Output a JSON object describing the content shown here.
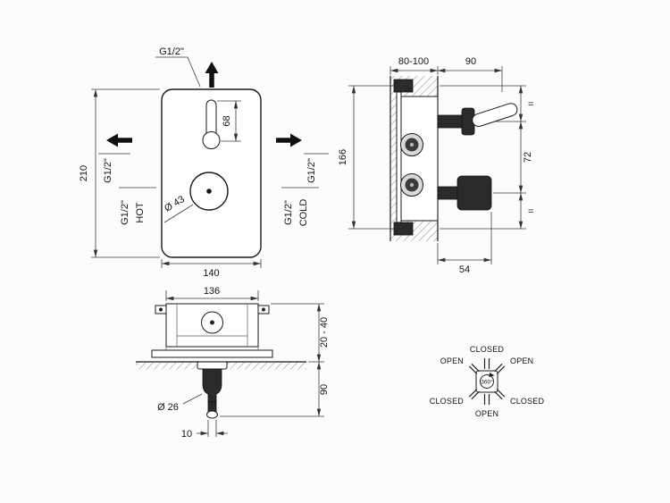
{
  "front_view": {
    "top_thread": "G1/2\"",
    "left_thread": "G1/2\"",
    "right_thread": "G1/2\"",
    "hot_thread": "G1/2\"",
    "hot_label": "HOT",
    "cold_thread": "G1/2\"",
    "cold_label": "COLD",
    "lever_dim": "68",
    "height": "210",
    "width": "140",
    "knob_diameter": "Ø 43"
  },
  "side_view": {
    "wall_depth": "80-100",
    "handle_projection": "90",
    "height": "166",
    "axes_distance": "72",
    "equal_top": "=",
    "equal_bottom": "=",
    "knob_projection": "54"
  },
  "bottom_view": {
    "box_width": "136",
    "plaster_range": "20 - 40",
    "spout_drop": "90",
    "spout_diameter": "Ø 26",
    "outlet_size": "10"
  },
  "rotation": {
    "top": "CLOSED",
    "top_left": "OPEN",
    "top_right": "OPEN",
    "bottom_left": "CLOSED",
    "bottom_right": "CLOSED",
    "bottom": "OPEN",
    "center_label": "360°"
  }
}
